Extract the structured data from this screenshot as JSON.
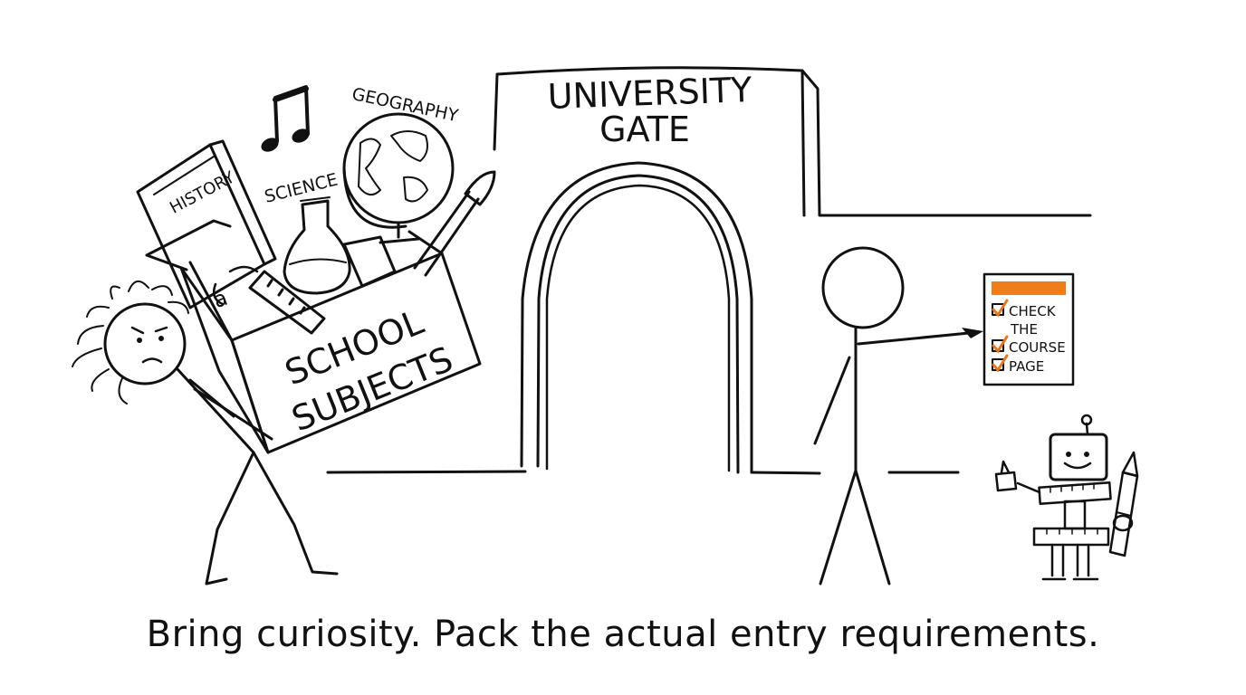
{
  "gate": {
    "line1": "UNIVERSITY",
    "line2": "GATE"
  },
  "box": {
    "line1": "SCHOOL",
    "line2": "SUBJECTS"
  },
  "subjects": {
    "history": "HISTORY",
    "science": "SCIENCE",
    "geography": "GEOGRAPHY",
    "book_letter": "a"
  },
  "checklist": {
    "items": [
      "CHECK",
      "THE",
      "COURSE",
      "PAGE"
    ],
    "header_color": "#f07d1a",
    "check_color": "#e8771a"
  },
  "caption": "Bring curiosity. Pack the actual entry requirements."
}
